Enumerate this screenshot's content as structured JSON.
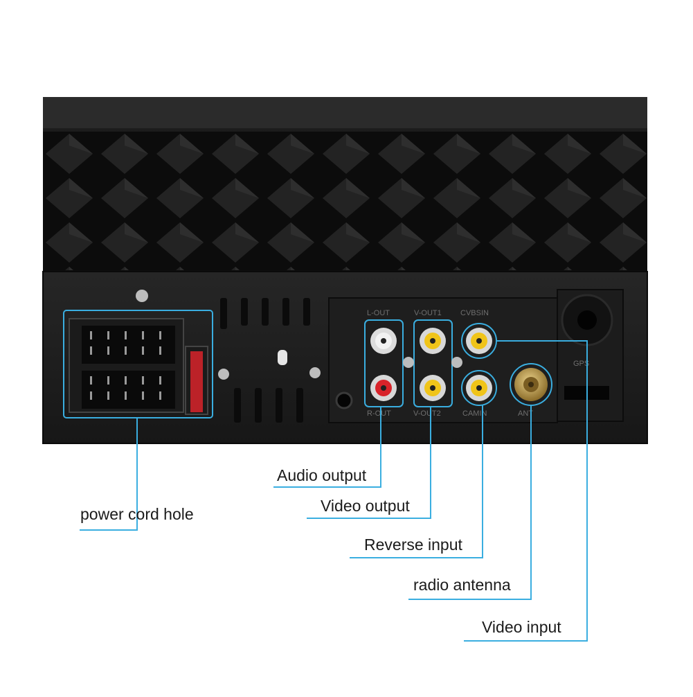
{
  "panel_labels": {
    "l_out": "L-OUT",
    "v_out1": "V-OUT1",
    "cvbs_in": "CVBSIN",
    "r_out": "R-OUT",
    "v_out2": "V-OUT2",
    "cam_in": "CAMIN",
    "ant": "ANT",
    "gps": "GPS"
  },
  "callouts": {
    "power_cord_hole": "power cord hole",
    "audio_output": "Audio output",
    "video_output": "Video output",
    "reverse_input": "Reverse input",
    "radio_antenna": "radio antenna",
    "video_input": "Video input"
  },
  "colors": {
    "leader_line": "#3aaee0",
    "rca_white": "#f2f2f2",
    "rca_red": "#d8232a",
    "rca_yellow": "#f0c419",
    "antenna_gold": "#c9a24a",
    "body_dark": "#141414"
  }
}
